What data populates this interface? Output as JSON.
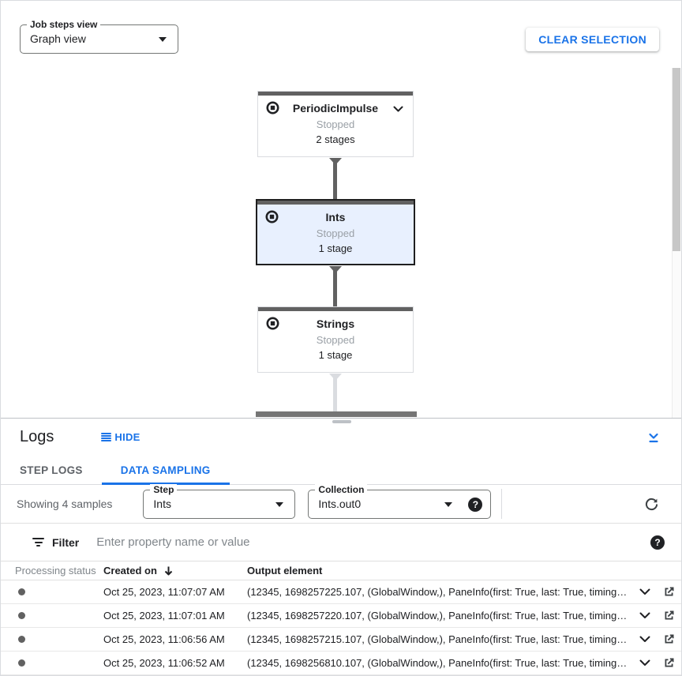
{
  "colors": {
    "accent_blue": "#1a73e8",
    "text_dark": "#202124",
    "text_gray": "#5f6368",
    "border_gray": "#dadce0",
    "node_bar_gray": "#616161",
    "selected_node_bg": "#e8f0fe",
    "selected_node_border": "#1f1f1f",
    "status_dot": "#616161"
  },
  "graph_toolbar": {
    "view_select": {
      "label": "Job steps view",
      "value": "Graph view"
    },
    "clear_selection_label": "CLEAR SELECTION"
  },
  "graph": {
    "nodes": [
      {
        "name": "PeriodicImpulse",
        "status": "Stopped",
        "stages": "2 stages"
      },
      {
        "name": "Ints",
        "status": "Stopped",
        "stages": "1 stage"
      },
      {
        "name": "Strings",
        "status": "Stopped",
        "stages": "1 stage"
      }
    ]
  },
  "logs_panel": {
    "title": "Logs",
    "hide_label": "HIDE",
    "tabs": {
      "step_logs": "STEP LOGS",
      "data_sampling": "DATA SAMPLING"
    },
    "sampling_bar": {
      "showing_text": "Showing 4 samples",
      "step_select": {
        "label": "Step",
        "value": "Ints"
      },
      "collection_select": {
        "label": "Collection",
        "value": "Ints.out0"
      },
      "help_glyph": "?"
    },
    "filter_bar": {
      "label": "Filter",
      "placeholder": "Enter property name or value",
      "help_glyph": "?"
    },
    "table": {
      "headers": {
        "status": "Processing status",
        "created": "Created on",
        "output": "Output element"
      },
      "rows": [
        {
          "created": "Oct 25, 2023, 11:07:07 AM",
          "output": "(12345, 1698257225.107, (GlobalWindow,), PaneInfo(first: True, last: True, timing…"
        },
        {
          "created": "Oct 25, 2023, 11:07:01 AM",
          "output": "(12345, 1698257220.107, (GlobalWindow,), PaneInfo(first: True, last: True, timing…"
        },
        {
          "created": "Oct 25, 2023, 11:06:56 AM",
          "output": "(12345, 1698257215.107, (GlobalWindow,), PaneInfo(first: True, last: True, timing…"
        },
        {
          "created": "Oct 25, 2023, 11:06:52 AM",
          "output": "(12345, 1698256810.107, (GlobalWindow,), PaneInfo(first: True, last: True, timing…"
        }
      ]
    }
  },
  "icons": {
    "node_status": "stop-circle-icon",
    "node_expand": "chevron-down-icon",
    "hide": "list-lines-icon",
    "collapse": "collapse-down-icon",
    "help": "help-icon",
    "refresh": "refresh-icon",
    "filter": "filter-funnel-icon",
    "sort": "arrow-down-icon",
    "row_expand": "chevron-down-icon",
    "row_open": "open-in-new-icon"
  }
}
